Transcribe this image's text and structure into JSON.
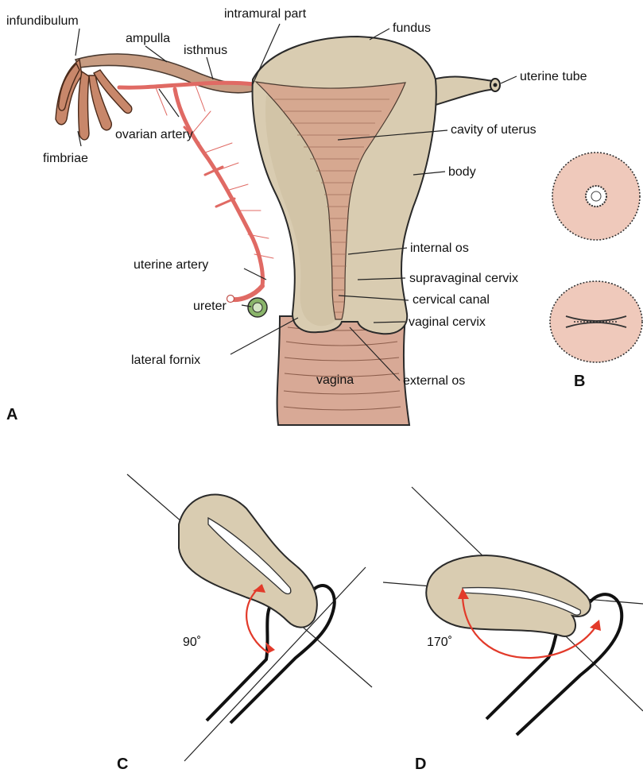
{
  "panels": {
    "a": "A",
    "b": "B",
    "c": "C",
    "d": "D"
  },
  "labels": {
    "infundibulum": "infundibulum",
    "ampulla": "ampulla",
    "intramural_part": "intramural part",
    "isthmus": "isthmus",
    "fundus": "fundus",
    "uterine_tube": "uterine tube",
    "ovarian_artery": "ovarian artery",
    "fimbriae": "fimbriae",
    "cavity_of_uterus": "cavity of uterus",
    "body": "body",
    "internal_os": "internal os",
    "uterine_artery": "uterine artery",
    "supravaginal_cervix": "supravaginal cervix",
    "cervical_canal": "cervical canal",
    "ureter": "ureter",
    "vaginal_cervix": "vaginal cervix",
    "lateral_fornix": "lateral fornix",
    "vagina": "vagina",
    "external_os": "external os"
  },
  "angles": {
    "c": "90˚",
    "d": "170˚"
  },
  "colors": {
    "tissue": "#d9ccb1",
    "cavity": "#d6a890",
    "artery": "#e06a64",
    "os_disc": "#efc9bb",
    "ureter": "#7aa55a",
    "angle_arrow": "#e23a2a"
  }
}
